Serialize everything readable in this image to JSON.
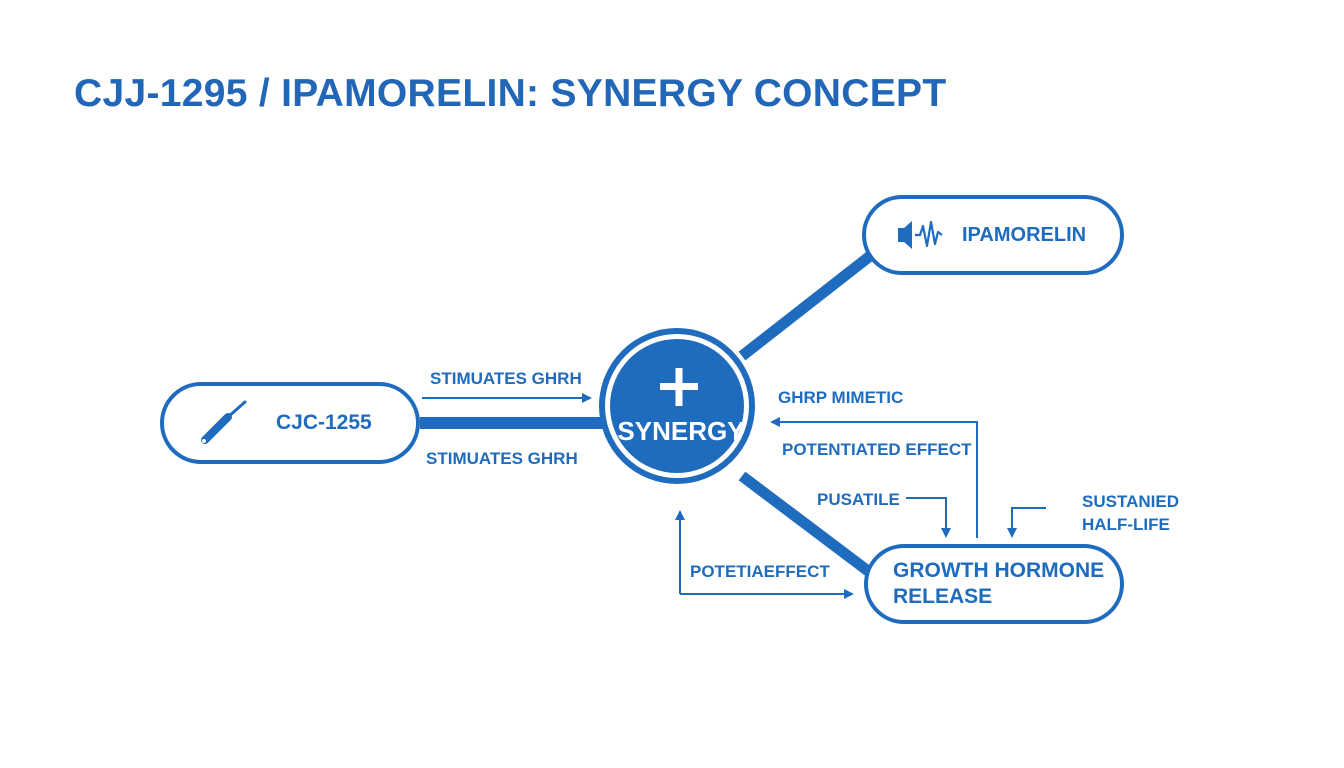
{
  "title": "CJJ-1295 / IPAMORELIN: SYNERGY CONCEPT",
  "nodes": {
    "left": "CJC-1255",
    "top_right": "IPAMORELIN",
    "center": "SYNERGY",
    "bottom_right_line1": "GROWTH HORMONE",
    "bottom_right_line2": "RELEASE"
  },
  "labels": {
    "stimulates_top": "STIMUATES GHRH",
    "stimulates_bottom": "STIMUATES GHRH",
    "ghrp_mimetic": "GHRP MIMETIC",
    "potentiated_effect": "POTENTIATED EFFECT",
    "pusatile": "PUSATILE",
    "sustained_line1": "SUSTANIED",
    "sustained_line2": "HALF-LIFE",
    "potetiaeffect": "POTETIAEFFECT"
  },
  "colors": {
    "primary": "#1f6cbe",
    "center_fill": "#1f6cbe",
    "background": "#ffffff"
  },
  "icons": {
    "left": "syringe-icon",
    "top_right": "waveform-icon",
    "center": "plus-icon"
  }
}
